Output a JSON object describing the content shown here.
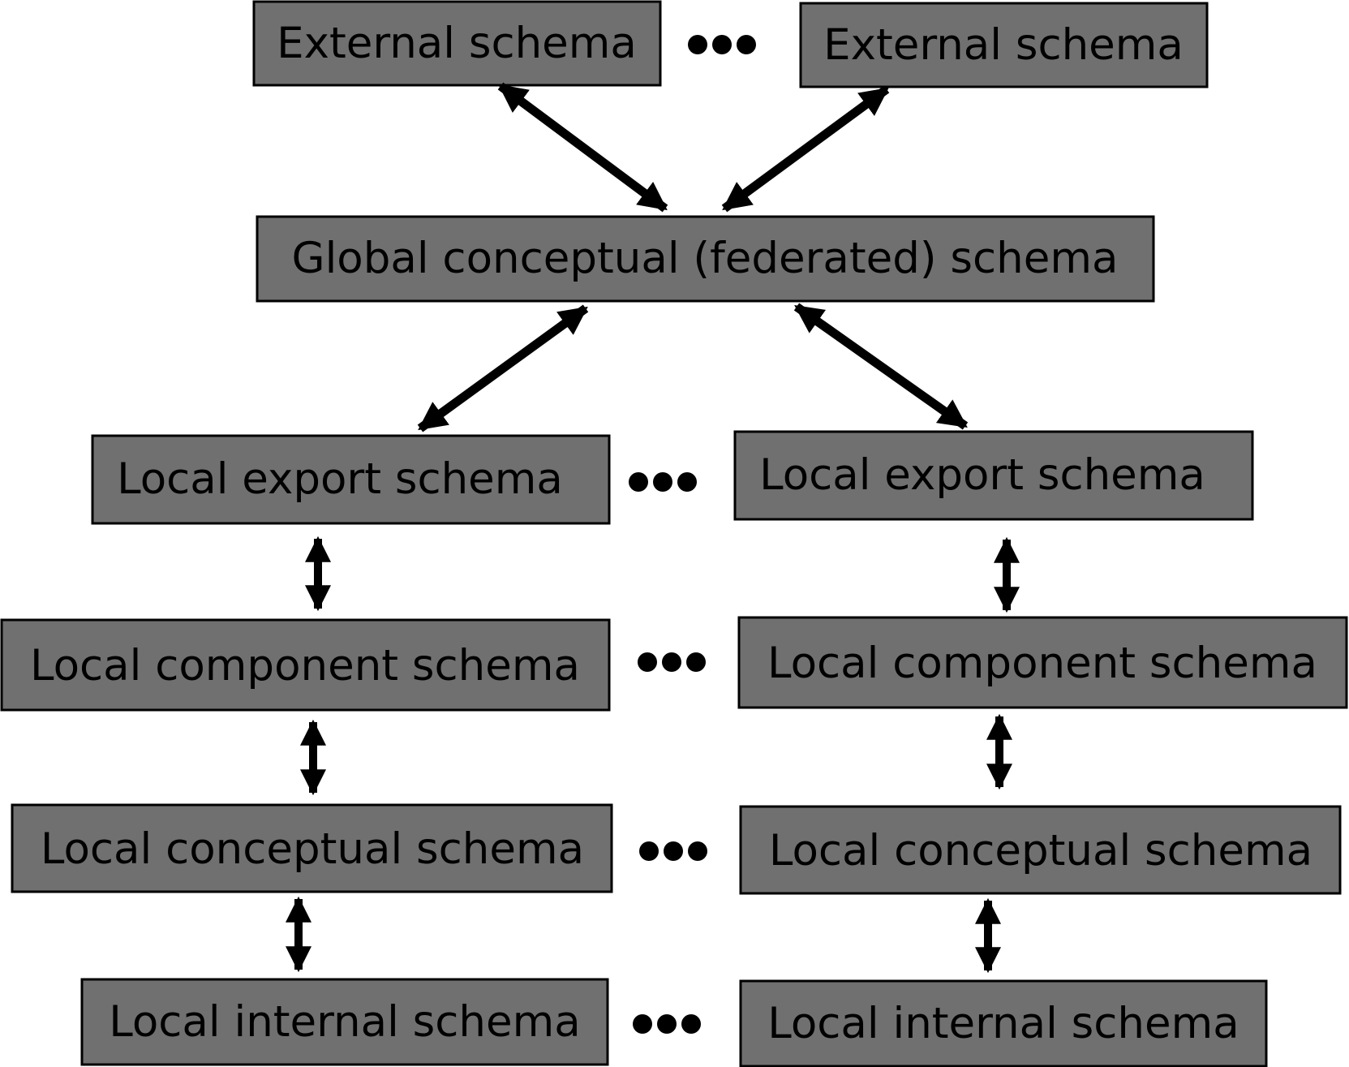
{
  "diagram": {
    "external_schema_left": "External schema",
    "external_schema_right": "External schema",
    "global_conceptual_schema": "Global conceptual (federated) schema",
    "local_export_schema_left": "Local export schema",
    "local_export_schema_right": "Local export schema",
    "local_component_schema_left": "Local component schema",
    "local_component_schema_right": "Local component schema",
    "local_conceptual_schema_left": "Local conceptual schema",
    "local_conceptual_schema_right": "Local conceptual schema",
    "local_internal_schema_left": "Local internal schema",
    "local_internal_schema_right": "Local internal schema"
  },
  "colors": {
    "box_fill": "#707070",
    "box_stroke": "#000000",
    "arrow": "#000000",
    "background": "#ffffff"
  }
}
